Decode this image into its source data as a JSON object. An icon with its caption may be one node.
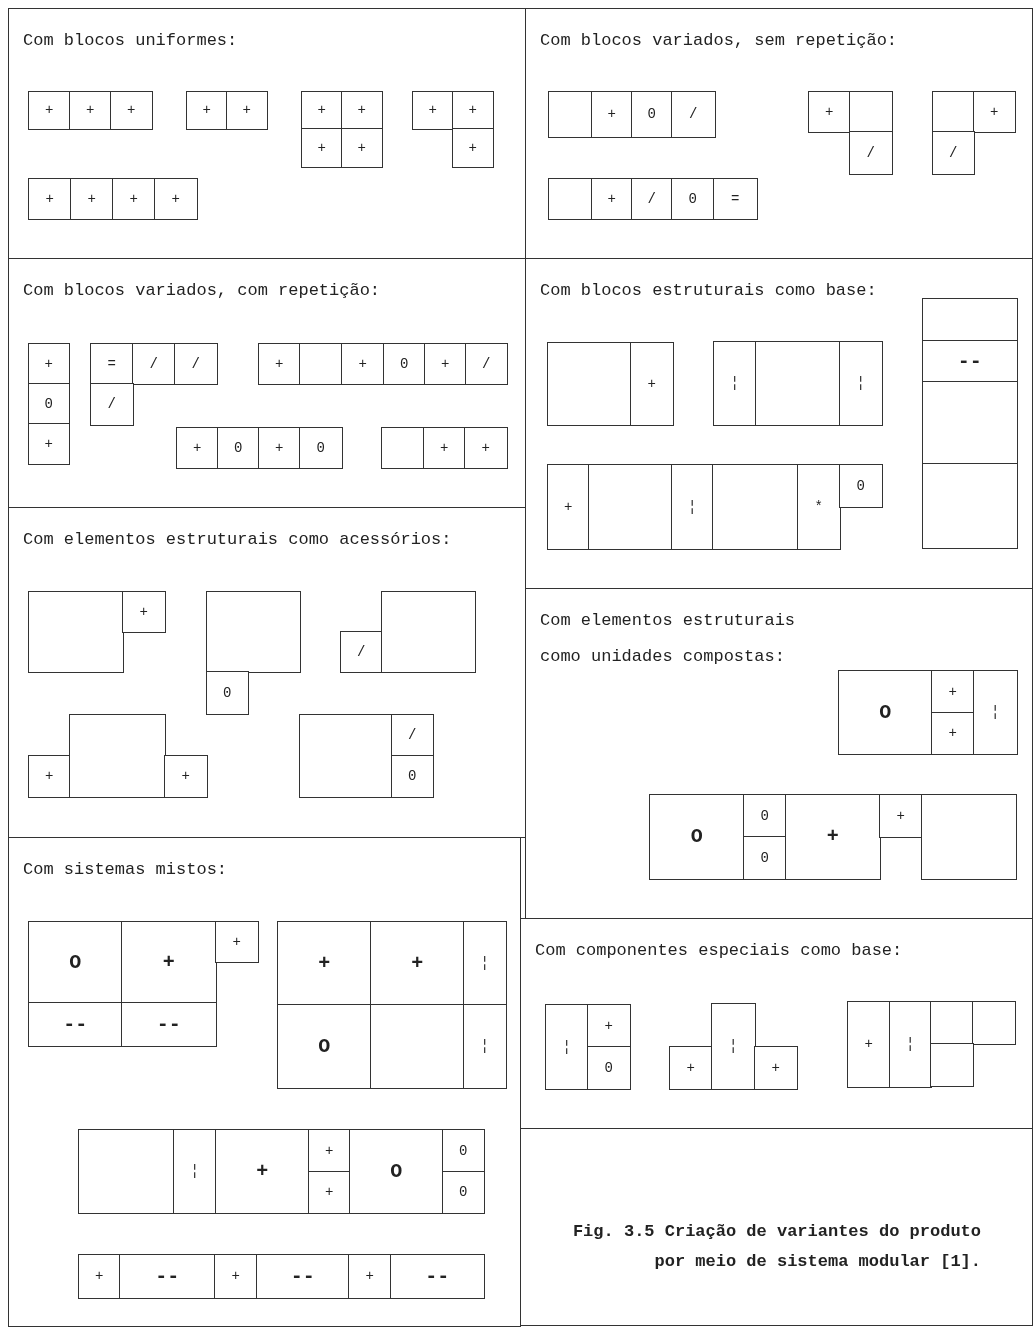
{
  "diagram": {
    "caption": "Fig. 3.5 Criação de variantes do produto por meio de sistema modular [1].",
    "nodes": [
      {
        "text": [
          "Com blocos uniformes:"
        ]
      },
      {
        "text": [
          "+"
        ],
        "in": 0
      },
      {
        "text": [
          "+"
        ],
        "in": 0
      },
      {
        "text": [
          "+"
        ],
        "in": 0
      },
      {
        "text": [
          "+"
        ],
        "in": 0
      },
      {
        "text": [
          "+"
        ],
        "in": 0
      },
      {
        "text": [
          "+"
        ],
        "in": 0
      },
      {
        "text": [
          "+"
        ],
        "in": 0
      },
      {
        "text": [
          "+"
        ],
        "in": 0
      },
      {
        "text": [
          "+"
        ],
        "in": 0
      },
      {
        "text": [
          "+"
        ],
        "in": 0
      },
      {
        "text": [
          "+"
        ],
        "in": 0
      },
      {
        "text": [
          "+"
        ],
        "in": 0
      },
      {
        "text": [
          "+"
        ],
        "in": 0
      },
      {
        "text": [
          "+"
        ],
        "in": 0
      },
      {
        "text": [
          "+"
        ],
        "in": 0
      },
      {
        "text": [
          "+"
        ],
        "in": 0
      },
      {
        "text": [
          "Com blocos variados, sem repetição:"
        ]
      },
      {
        "text": [],
        "shape": "box",
        "in": 17
      },
      {
        "text": [
          "+"
        ],
        "in": 17
      },
      {
        "text": [
          "0"
        ],
        "in": 17
      },
      {
        "text": [
          "/"
        ],
        "in": 17
      },
      {
        "text": [
          "+"
        ],
        "in": 17
      },
      {
        "text": [],
        "shape": "box",
        "in": 17
      },
      {
        "text": [
          "/"
        ],
        "in": 17
      },
      {
        "text": [],
        "shape": "box",
        "in": 17
      },
      {
        "text": [
          "+"
        ],
        "in": 17
      },
      {
        "text": [
          "/"
        ],
        "in": 17
      },
      {
        "text": [],
        "shape": "box",
        "in": 17
      },
      {
        "text": [
          "+"
        ],
        "in": 17
      },
      {
        "text": [
          "/"
        ],
        "in": 17
      },
      {
        "text": [
          "0"
        ],
        "in": 17
      },
      {
        "text": [
          "="
        ],
        "in": 17
      },
      {
        "text": [
          "Com blocos variados, com repetição:"
        ]
      },
      {
        "text": [
          "+"
        ],
        "in": 33
      },
      {
        "text": [
          "0"
        ],
        "in": 33
      },
      {
        "text": [
          "+"
        ],
        "in": 33
      },
      {
        "text": [
          "="
        ],
        "in": 33
      },
      {
        "text": [
          "/"
        ],
        "in": 33
      },
      {
        "text": [
          "/"
        ],
        "in": 33
      },
      {
        "text": [
          "/"
        ],
        "in": 33
      },
      {
        "text": [
          "+"
        ],
        "in": 33
      },
      {
        "text": [],
        "shape": "box",
        "in": 33
      },
      {
        "text": [
          "+"
        ],
        "in": 33
      },
      {
        "text": [
          "0"
        ],
        "in": 33
      },
      {
        "text": [
          "+"
        ],
        "in": 33
      },
      {
        "text": [
          "/"
        ],
        "in": 33
      },
      {
        "text": [
          "+"
        ],
        "in": 33
      },
      {
        "text": [
          "0"
        ],
        "in": 33
      },
      {
        "text": [
          "+"
        ],
        "in": 33
      },
      {
        "text": [
          "0"
        ],
        "in": 33
      },
      {
        "text": [],
        "shape": "box",
        "in": 33
      },
      {
        "text": [
          "+"
        ],
        "in": 33
      },
      {
        "text": [
          "+"
        ],
        "in": 33
      },
      {
        "text": [
          "Com blocos estruturais como base:"
        ]
      },
      {
        "text": [],
        "shape": "box",
        "in": 54
      },
      {
        "text": [
          "+"
        ],
        "in": 54
      },
      {
        "text": [
          "¦"
        ],
        "in": 54
      },
      {
        "text": [],
        "shape": "box",
        "in": 54
      },
      {
        "text": [
          "¦"
        ],
        "in": 54
      },
      {
        "text": [],
        "shape": "box",
        "in": 54
      },
      {
        "text": [
          "--"
        ],
        "in": 54
      },
      {
        "text": [],
        "shape": "box",
        "in": 54
      },
      {
        "text": [],
        "shape": "box",
        "in": 54
      },
      {
        "text": [
          "+"
        ],
        "in": 54
      },
      {
        "text": [],
        "shape": "box",
        "in": 54
      },
      {
        "text": [
          "¦"
        ],
        "in": 54
      },
      {
        "text": [],
        "shape": "box",
        "in": 54
      },
      {
        "text": [
          "*"
        ],
        "in": 54
      },
      {
        "text": [
          "0"
        ],
        "in": 54
      },
      {
        "text": [
          "Com elementos estruturais como acessórios:"
        ]
      },
      {
        "text": [],
        "shape": "box",
        "in": 70
      },
      {
        "text": [
          "+"
        ],
        "in": 70
      },
      {
        "text": [],
        "shape": "box",
        "in": 70
      },
      {
        "text": [
          "0"
        ],
        "in": 70
      },
      {
        "text": [
          "/"
        ],
        "in": 70
      },
      {
        "text": [],
        "shape": "box",
        "in": 70
      },
      {
        "text": [
          "+"
        ],
        "in": 70
      },
      {
        "text": [],
        "shape": "box",
        "in": 70
      },
      {
        "text": [
          "+"
        ],
        "in": 70
      },
      {
        "text": [],
        "shape": "box",
        "in": 70
      },
      {
        "text": [
          "/"
        ],
        "in": 70
      },
      {
        "text": [
          "0"
        ],
        "in": 70
      },
      {
        "text": [
          "Com elementos estruturais como unidades compostas:"
        ]
      },
      {
        "text": [
          "O"
        ],
        "in": 83
      },
      {
        "text": [
          "+"
        ],
        "in": 83
      },
      {
        "text": [
          "+"
        ],
        "in": 83
      },
      {
        "text": [
          "¦"
        ],
        "in": 83
      },
      {
        "text": [
          "O"
        ],
        "in": 83
      },
      {
        "text": [
          "0"
        ],
        "in": 83
      },
      {
        "text": [
          "0"
        ],
        "in": 83
      },
      {
        "text": [
          "+"
        ],
        "in": 83
      },
      {
        "text": [
          "+"
        ],
        "in": 83
      },
      {
        "text": [],
        "shape": "box",
        "in": 83
      },
      {
        "text": [
          "Com sistemas mistos:"
        ]
      },
      {
        "text": [
          "O"
        ],
        "in": 94
      },
      {
        "text": [
          "+"
        ],
        "in": 94
      },
      {
        "text": [
          "+"
        ],
        "in": 94
      },
      {
        "text": [
          "--"
        ],
        "in": 94
      },
      {
        "text": [
          "--"
        ],
        "in": 94
      },
      {
        "text": [
          "+"
        ],
        "in": 94
      },
      {
        "text": [
          "+"
        ],
        "in": 94
      },
      {
        "text": [
          "¦"
        ],
        "in": 94
      },
      {
        "text": [
          "O"
        ],
        "in": 94
      },
      {
        "text": [],
        "shape": "box",
        "in": 94
      },
      {
        "text": [
          "¦"
        ],
        "in": 94
      },
      {
        "text": [],
        "shape": "box",
        "in": 94
      },
      {
        "text": [
          "¦"
        ],
        "in": 94
      },
      {
        "text": [
          "+"
        ],
        "in": 94
      },
      {
        "text": [
          "+"
        ],
        "in": 94
      },
      {
        "text": [
          "+"
        ],
        "in": 94
      },
      {
        "text": [
          "O"
        ],
        "in": 94
      },
      {
        "text": [
          "0"
        ],
        "in": 94
      },
      {
        "text": [
          "0"
        ],
        "in": 94
      },
      {
        "text": [
          "+"
        ],
        "in": 94
      },
      {
        "text": [
          "--"
        ],
        "in": 94
      },
      {
        "text": [
          "+"
        ],
        "in": 94
      },
      {
        "text": [
          "--"
        ],
        "in": 94
      },
      {
        "text": [
          "+"
        ],
        "in": 94
      },
      {
        "text": [
          "--"
        ],
        "in": 94
      },
      {
        "text": [
          "Com componentes especiais como base:"
        ]
      },
      {
        "text": [
          "¦"
        ],
        "in": 120
      },
      {
        "text": [
          "+"
        ],
        "in": 120
      },
      {
        "text": [
          "0"
        ],
        "in": 120
      },
      {
        "text": [
          "+"
        ],
        "in": 120
      },
      {
        "text": [
          "¦"
        ],
        "in": 120
      },
      {
        "text": [
          "+"
        ],
        "in": 120
      },
      {
        "text": [
          "+"
        ],
        "in": 120
      },
      {
        "text": [
          "¦"
        ],
        "in": 120
      },
      {
        "text": [],
        "shape": "box",
        "in": 120
      },
      {
        "text": [],
        "shape": "box",
        "in": 120
      },
      {
        "text": [],
        "shape": "box",
        "in": 120
      }
    ],
    "edges": []
  }
}
